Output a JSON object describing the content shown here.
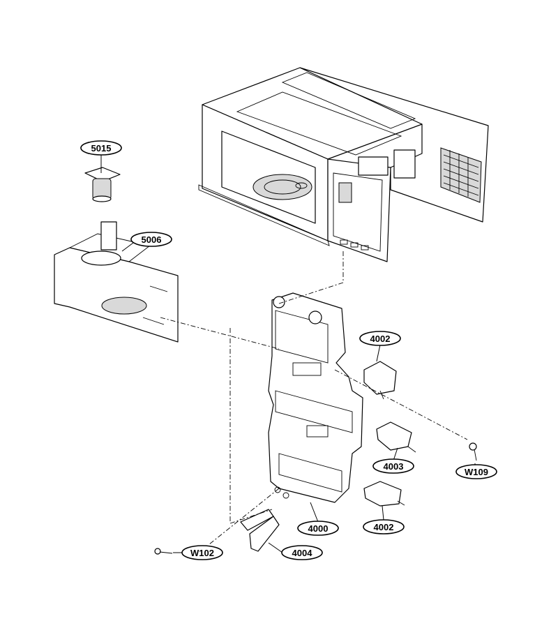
{
  "labels": {
    "p5015": "5015",
    "p5006": "5006",
    "p4002a": "4002",
    "p4003": "4003",
    "pW109": "W109",
    "p4000": "4000",
    "p4002b": "4002",
    "p4004": "4004",
    "pW102": "W102"
  }
}
